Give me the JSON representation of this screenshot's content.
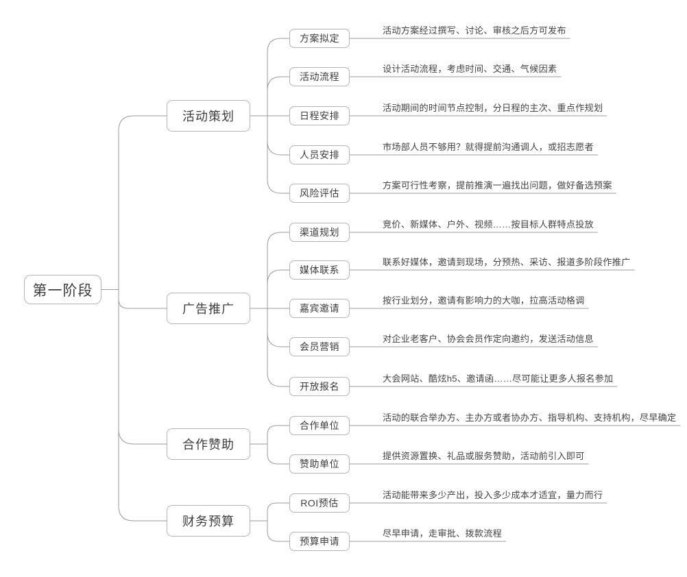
{
  "diagram": {
    "title_node": "第一阶段",
    "branches": [
      {
        "label": "活动策划",
        "children": [
          {
            "label": "方案拟定",
            "note": "活动方案经过撰写、讨论、审核之后方可发布"
          },
          {
            "label": "活动流程",
            "note": "设计活动流程，考虑时间、交通、气候因素"
          },
          {
            "label": "日程安排",
            "note": "活动期间的时间节点控制，分日程的主次、重点作规划"
          },
          {
            "label": "人员安排",
            "note": "市场部人员不够用？就得提前沟通调人，或招志愿者"
          },
          {
            "label": "风险评估",
            "note": "方案可行性考察，提前推演一遍找出问题，做好备选预案"
          }
        ]
      },
      {
        "label": "广告推广",
        "children": [
          {
            "label": "渠道规划",
            "note": "竞价、新媒体、户外、视频……按目标人群特点投放"
          },
          {
            "label": "媒体联系",
            "note": "联系好媒体，邀请到现场，分预热、采访、报道多阶段作推广"
          },
          {
            "label": "嘉宾邀请",
            "note": "按行业划分，邀请有影响力的大咖，拉高活动格调"
          },
          {
            "label": "会员营销",
            "note": "对企业老客户、协会会员作定向邀约，发送活动信息"
          },
          {
            "label": "开放报名",
            "note": "大会网站、酷炫h5、邀请函……尽可能让更多人报名参加"
          }
        ]
      },
      {
        "label": "合作赞助",
        "children": [
          {
            "label": "合作单位",
            "note": "活动的联合举办方、主办方或者协办方、指导机构、支持机构，尽早确定"
          },
          {
            "label": "赞助单位",
            "note": "提供资源置换、礼品或服务赞助，活动前引入即可"
          }
        ]
      },
      {
        "label": "财务预算",
        "children": [
          {
            "label": "ROI预估",
            "note": "活动能带来多少产出，投入多少成本才适宜，量力而行"
          },
          {
            "label": "预算申请",
            "note": "尽早申请，走审批、拨款流程"
          }
        ]
      }
    ],
    "colors": {
      "stroke": "#b4b4b4",
      "link": "#999999",
      "text": "#3c3c3c",
      "note_text": "#444444",
      "background": "#ffffff"
    }
  }
}
